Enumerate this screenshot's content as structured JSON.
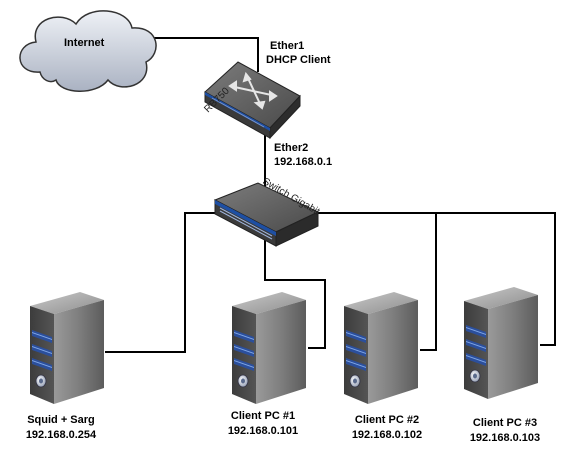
{
  "internet": {
    "label": "Internet"
  },
  "router": {
    "model": "RB750",
    "wan_port": "Ether1",
    "wan_mode": "DHCP Client",
    "lan_port": "Ether2",
    "lan_ip": "192.168.0.1"
  },
  "switch": {
    "label": "Switch Gigabit"
  },
  "servers": [
    {
      "name": "Squid + Sarg",
      "ip": "192.168.0.254"
    },
    {
      "name": "Client PC #1",
      "ip": "192.168.0.101"
    },
    {
      "name": "Client PC #2",
      "ip": "192.168.0.102"
    },
    {
      "name": "Client PC #3",
      "ip": "192.168.0.103"
    }
  ],
  "colors": {
    "cable": "#000000",
    "cloud": "#c4cad6",
    "device_body": "#5a5a5a",
    "device_accent": "#1e4fa3",
    "server_body": "#6f6f6f"
  }
}
